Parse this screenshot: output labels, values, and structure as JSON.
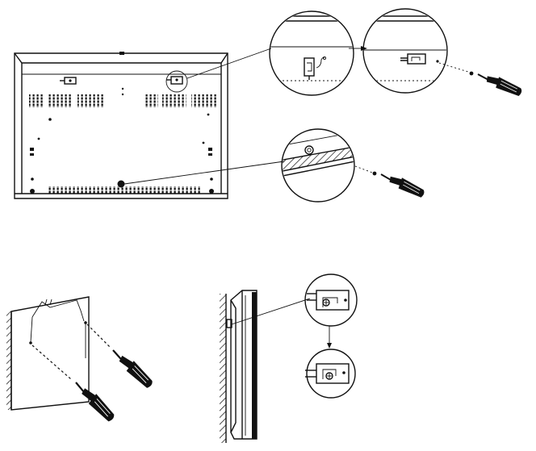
{
  "figure": {
    "panels": [
      {
        "id": "heater-back-view",
        "callouts": [
          "bracket-detail",
          "bracket-screw-removed",
          "bottom-screw-detail"
        ]
      },
      {
        "id": "wall-screw-install"
      },
      {
        "id": "wall-hang-side-view",
        "callouts": [
          "bracket-hook-before",
          "bracket-hook-after"
        ]
      }
    ],
    "colors": {
      "line": "#111111",
      "background": "#ffffff"
    },
    "icons": [
      "screwdriver-icon",
      "screw-icon",
      "wall-bracket-icon"
    ]
  }
}
